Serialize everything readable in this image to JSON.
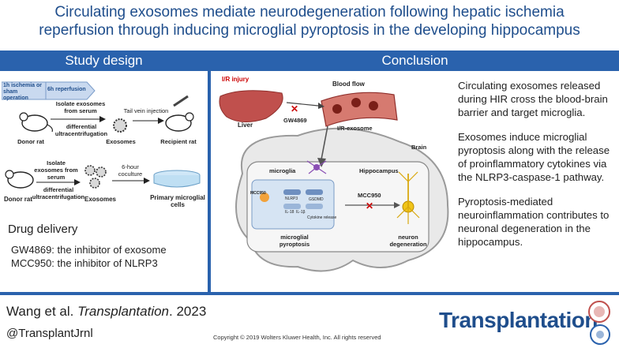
{
  "title_line1": "Circulating exosomes mediate neurodegeneration following hepatic ischemia",
  "title_line2": "reperfusion through inducing microglial pyroptosis in the developing hippocampus",
  "sections": {
    "study_design": "Study design",
    "conclusion": "Conclusion"
  },
  "study": {
    "arrow1": "1h ischemia or sham operation",
    "arrow2": "6h reperfusion",
    "isolate_serum": "Isolate exosomes from serum",
    "diff_ultra": "differential ultracentrifugation",
    "tail_vein": "Tail vein injection",
    "donor_rat": "Donor rat",
    "exosomes": "Exosomes",
    "recipient_rat": "Recipient rat",
    "coculture": "6-hour coculture",
    "primary_cells": "Primary microglial cells"
  },
  "drug": {
    "heading": "Drug delivery",
    "line1": "GW4869: the inhibitor of exosome",
    "line2": "MCC950: the inhibitor of NLRP3"
  },
  "diagram": {
    "ir_injury": "I/R injury",
    "liver": "Liver",
    "blood_flow": "Blood flow",
    "gw4869": "GW4869",
    "ir_exosome": "I/R-exosome",
    "brain": "Brain",
    "microglia": "microglia",
    "hippocampus": "Hippocampus",
    "mcc950": "MCC950",
    "mcc950_small": "MCC950",
    "nlrp3": "NLRP3",
    "il18": "IL-18",
    "il1b": "IL-1β",
    "gsdmd": "GSDMD",
    "cytokine_release": "Cytokine release",
    "microglial_pyroptosis": "microglial pyroptosis",
    "neuron_degeneration": "neuron degeneration"
  },
  "conclusions": [
    "Circulating exosomes released during HIR cross the blood-brain barrier and target microglia.",
    "Exosomes induce microglial pyroptosis along with the release of proinflammatory cytokines via the NLRP3-caspase-1 pathway.",
    "Pyroptosis-mediated neuroinflammation contributes to neuronal degeneration in the hippocampus."
  ],
  "footer": {
    "citation_author": "Wang et al.",
    "citation_journal": "Transplantation",
    "citation_year": ". 2023",
    "handle": "@TransplantJrnl",
    "copyright": "Copyright © 2019 Wolters Kluwer Health, Inc. All rights reserved",
    "brand": "Transplantation"
  },
  "colors": {
    "accent": "#2a62ad",
    "title": "#1f4e8c",
    "liver": "#c0504d",
    "vessel": "#b03a2e"
  }
}
